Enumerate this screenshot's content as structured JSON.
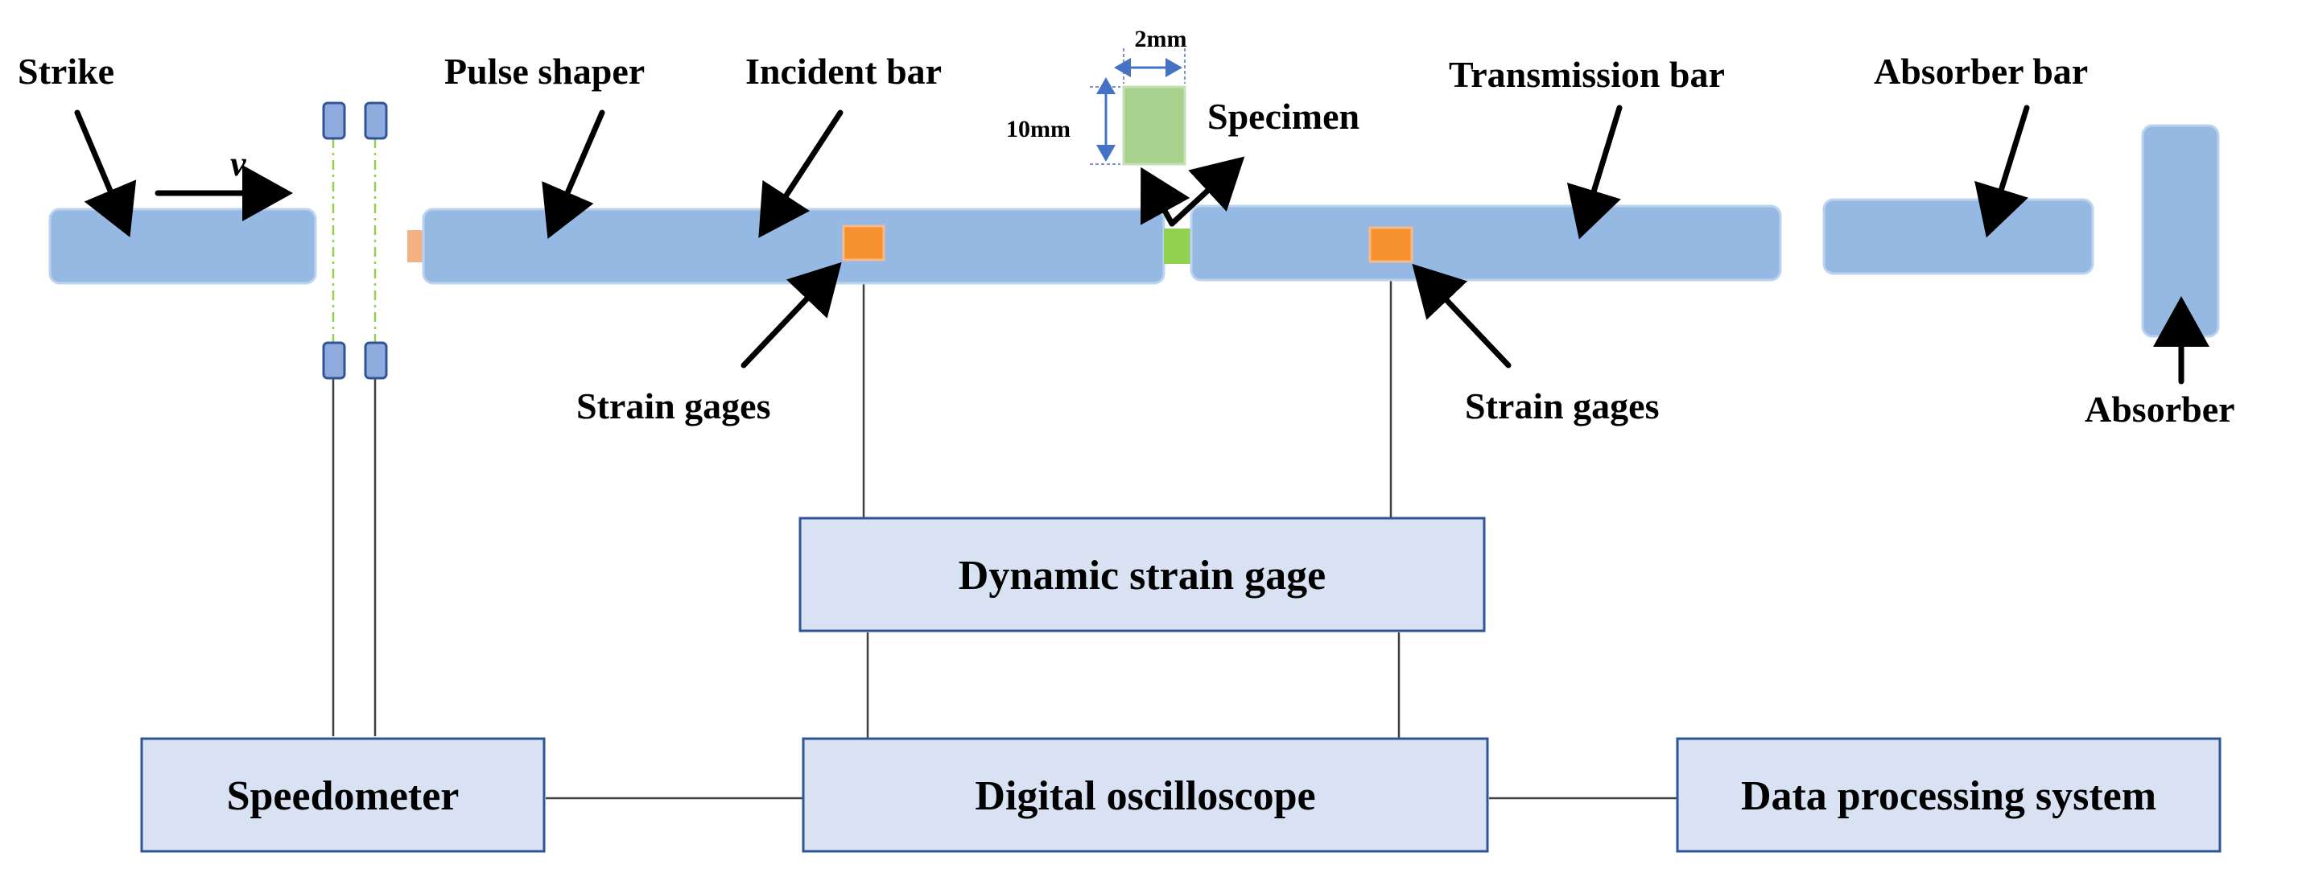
{
  "labels": {
    "strike": "Strike",
    "velocity": "v",
    "pulse_shaper": "Pulse shaper",
    "incident_bar": "Incident bar",
    "dim_width": "2mm",
    "dim_height": "10mm",
    "specimen": "Specimen",
    "transmission_bar": "Transmission bar",
    "absorber_bar": "Absorber bar",
    "strain_gages_left": "Strain gages",
    "strain_gages_right": "Strain gages",
    "absorber": "Absorber"
  },
  "boxes": {
    "dynamic_strain_gage": "Dynamic strain gage",
    "speedometer": "Speedometer",
    "digital_oscilloscope": "Digital oscilloscope",
    "data_processing_system": "Data processing system"
  },
  "colors": {
    "bar_fill": "#95b9e3",
    "bar_stroke": "#bcd3ef",
    "gauge_fill": "#f5922f",
    "specimen_fill": "#a9d18e",
    "specimen_contact": "#92d050",
    "pulse_shaper_fill": "#f4b183",
    "box_fill": "#d9e2f3",
    "box_stroke": "#2f5597",
    "sensor_fill": "#8faadc",
    "sensor_stroke": "#2f5597",
    "laser_line": "#92d050",
    "dimension_arrow": "#4472c4",
    "wire": "#404040",
    "arrow": "#000000"
  }
}
